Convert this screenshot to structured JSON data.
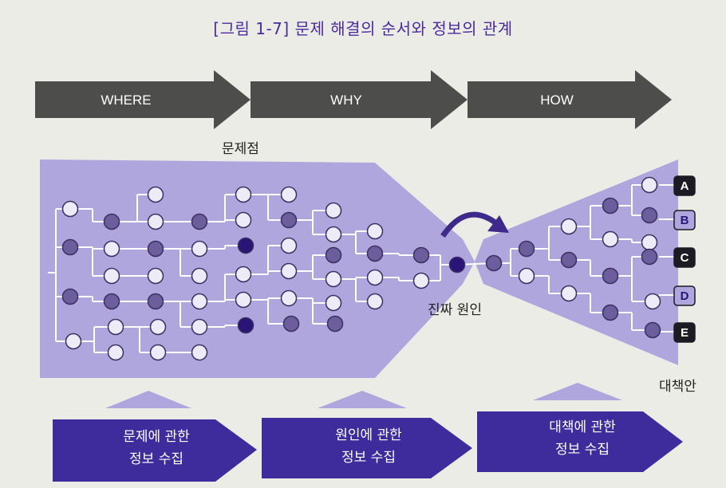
{
  "title": "[그림 1-7] 문제 해결의 순서와 정보의 관계",
  "phases": [
    "WHERE",
    "WHY",
    "HOW"
  ],
  "labels": {
    "problem": "문제점",
    "root_cause": "진짜 원인",
    "solution": "대책안"
  },
  "options": [
    "A",
    "B",
    "C",
    "D",
    "E"
  ],
  "info": [
    {
      "line1": "문제에 관한",
      "line2": "정보 수집"
    },
    {
      "line1": "원인에 관한",
      "line2": "정보 수집"
    },
    {
      "line1": "대책에 관한",
      "line2": "정보 수집"
    }
  ],
  "colors": {
    "title": "#4a2aa0",
    "phase_arrow": "#4d4d4b",
    "funnel": "#aea6dd",
    "info_arrow": "#3e2c9c",
    "node_light": "#eeebf8",
    "node_mid": "#6c5e9d",
    "node_dark": "#3d2a8a",
    "node_darkest": "#2a1478"
  }
}
